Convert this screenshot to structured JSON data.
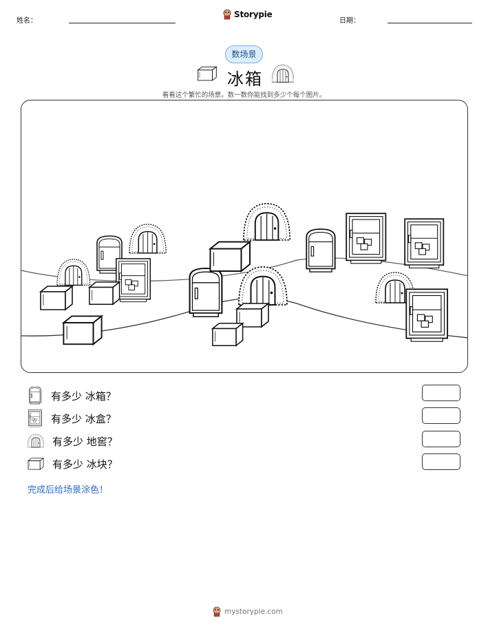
{
  "header": {
    "name_label": "姓名：",
    "date_label": "日期：",
    "brand": "Storypie"
  },
  "badge": "数场景",
  "title": "冰箱",
  "subtitle": "看看这个繁忙的场景。数一数你能找到多少个每个图片。",
  "questions": [
    {
      "icon": "fridge-icon",
      "text": "有多少 冰箱？"
    },
    {
      "icon": "ice-box-icon",
      "text": "有多少 冰盒？"
    },
    {
      "icon": "cellar-icon",
      "text": "有多少 地窖？"
    },
    {
      "icon": "ice-cube-icon",
      "text": "有多少 冰块？"
    }
  ],
  "footer_note": "完成后给场景涂色！",
  "site": "mystorypie.com",
  "colors": {
    "accent": "#2b6cc4",
    "badge_bg": "#dbeefb",
    "badge_border": "#7aaedc"
  }
}
